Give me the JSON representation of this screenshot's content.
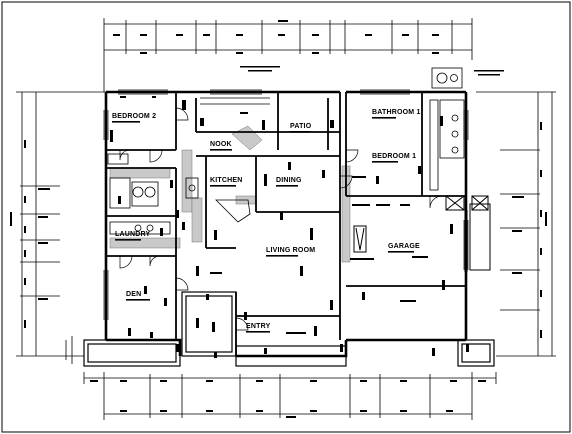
{
  "plan": {
    "rooms": [
      {
        "id": "bedroom2",
        "label": "BEDROOM 2"
      },
      {
        "id": "nook",
        "label": "NOOK"
      },
      {
        "id": "patio",
        "label": "PATIO"
      },
      {
        "id": "bathroom1",
        "label": "BATHROOM 1"
      },
      {
        "id": "bedroom1",
        "label": "BEDROOM 1"
      },
      {
        "id": "kitchen",
        "label": "KITCHEN"
      },
      {
        "id": "dining",
        "label": "DINING"
      },
      {
        "id": "laundry",
        "label": "LAUNDRY"
      },
      {
        "id": "living",
        "label": "LIVING ROOM"
      },
      {
        "id": "garage",
        "label": "GARAGE"
      },
      {
        "id": "den",
        "label": "DEN"
      },
      {
        "id": "entry",
        "label": "ENTRY"
      }
    ]
  }
}
